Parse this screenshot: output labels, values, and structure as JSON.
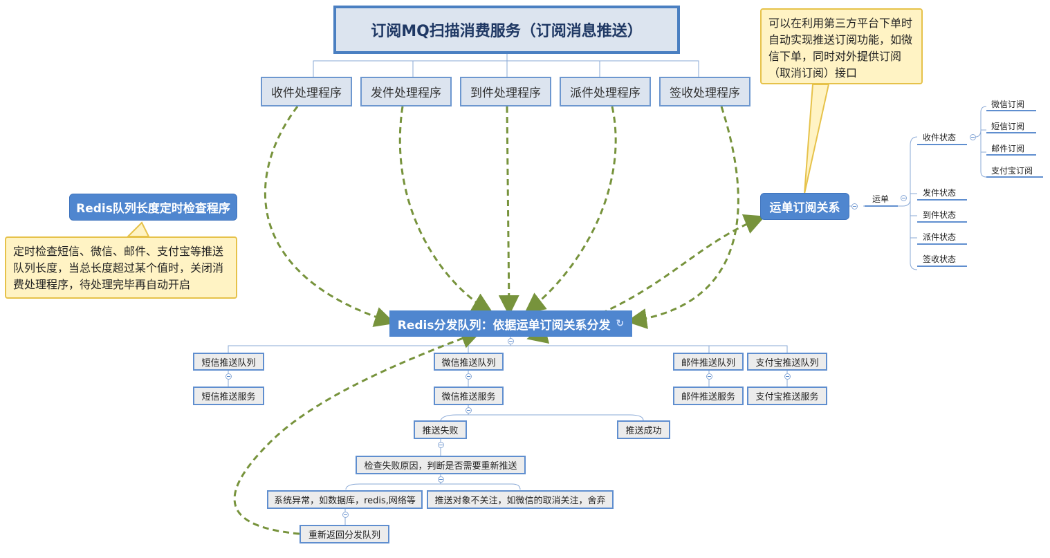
{
  "title": "订阅MQ扫描消费服务（订阅消息推送）",
  "processors": [
    "收件处理程序",
    "发件处理程序",
    "到件处理程序",
    "派件处理程序",
    "签收处理程序"
  ],
  "redis_check": {
    "label": "Redis队列长度定时检查程序",
    "note": "定时检查短信、微信、邮件、支付宝等推送队列长度，当总长度超过某个值时，关闭消费处理程序，待处理完毕再自动开启"
  },
  "redis_dispatch": "Redis分发队列：依据运单订阅关系分发",
  "subscription": {
    "label": "运单订阅关系",
    "note": "可以在利用第三方平台下单时自动实现推送订阅功能，如微信下单，同时对外提供订阅（取消订阅）接口",
    "child": "运单",
    "states": [
      "收件状态",
      "发件状态",
      "到件状态",
      "派件状态",
      "签收状态"
    ],
    "subscribe_types": [
      "微信订阅",
      "短信订阅",
      "邮件订阅",
      "支付宝订阅"
    ]
  },
  "queues": {
    "sms": {
      "queue": "短信推送队列",
      "service": "短信推送服务"
    },
    "wechat": {
      "queue": "微信推送队列",
      "service": "微信推送服务"
    },
    "mail": {
      "queue": "邮件推送队列",
      "service": "邮件推送服务"
    },
    "alipay": {
      "queue": "支付宝推送队列",
      "service": "支付宝推送服务"
    }
  },
  "push_flow": {
    "fail": "推送失败",
    "success": "推送成功",
    "check": "检查失败原因，判断是否需要重新推送",
    "system_error": "系统异常，如数据库，redis,网络等",
    "unfollow": "推送对象不关注，如微信的取消关注，舍弃",
    "requeue": "重新返回分发队列"
  },
  "colors": {
    "accent": "#4f86cf",
    "title_bg": "#dce4ef",
    "note_bg": "#fff3c4",
    "arrow": "#77933c"
  },
  "icons": [
    "loop-icon",
    "collapse-icon"
  ]
}
